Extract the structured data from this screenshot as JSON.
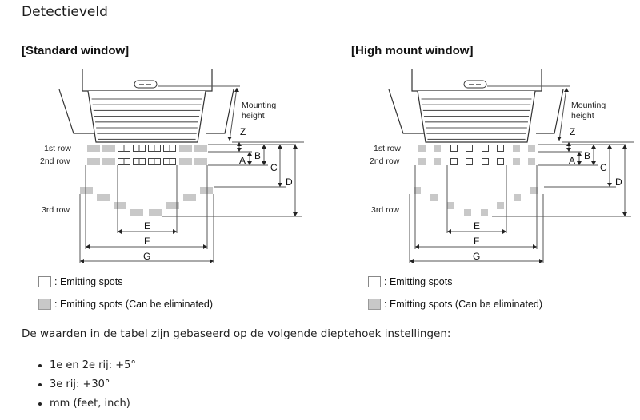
{
  "page_title": "Detectieveld",
  "diagrams": [
    {
      "heading": "[Standard window]",
      "spot_style": "split",
      "mounting_label_line1": "Mounting",
      "mounting_label_line2": "height",
      "row_labels": [
        "1st row",
        "2nd row",
        "3rd row"
      ],
      "dimension_labels": {
        "Z": "Z",
        "A": "A",
        "B": "B",
        "C": "C",
        "D": "D",
        "E": "E",
        "F": "F",
        "G": "G"
      },
      "legend": [
        {
          "swatch": "white",
          "label": ": Emitting spots"
        },
        {
          "swatch": "gray",
          "label": ": Emitting spots (Can be eliminated)"
        }
      ]
    },
    {
      "heading": "[High mount window]",
      "spot_style": "single",
      "mounting_label_line1": "Mounting",
      "mounting_label_line2": "height",
      "row_labels": [
        "1st row",
        "2nd row",
        "3rd row"
      ],
      "dimension_labels": {
        "Z": "Z",
        "A": "A",
        "B": "B",
        "C": "C",
        "D": "D",
        "E": "E",
        "F": "F",
        "G": "G"
      },
      "legend": [
        {
          "swatch": "white",
          "label": ": Emitting spots"
        },
        {
          "swatch": "gray",
          "label": ": Emitting spots (Can be eliminated)"
        }
      ]
    }
  ],
  "colors": {
    "line": "#555555",
    "gray_spot": "#c8c8c8",
    "white_spot": "#ffffff"
  },
  "intro_text": "De waarden in de tabel zijn gebaseerd op de volgende dieptehoek instellingen:",
  "bullets": [
    "1e en 2e rij: +5°",
    "3e rij: +30°",
    "mm (feet, inch)"
  ]
}
